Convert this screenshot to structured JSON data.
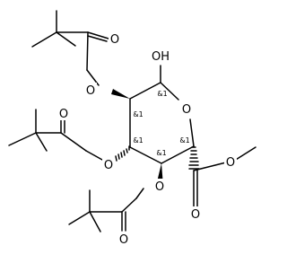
{
  "molecule": {
    "atoms": {
      "oh_top": "OH",
      "o_ring": "O",
      "o_ester_1": "O",
      "o_ester_2": "O",
      "o_ester_3": "O",
      "o_carbonyl_1": "O",
      "o_carbonyl_2": "O",
      "o_carbonyl_3": "O",
      "o_methyl_ester": "O",
      "o_methyl_carbonyl": "O"
    },
    "stereo_descriptors": {
      "c1": "&1",
      "c2": "&1",
      "c3": "&1",
      "c4": "&1",
      "c5": "&1"
    }
  },
  "colors": {
    "bond": "#000000",
    "background": "#ffffff"
  }
}
